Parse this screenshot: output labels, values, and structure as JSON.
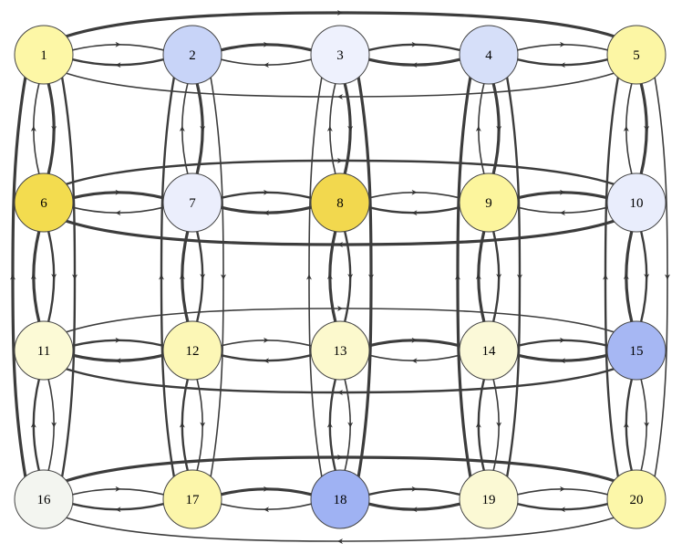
{
  "graph": {
    "edge_color": "#3c3c3c",
    "nodes": [
      {
        "id": 1,
        "label": "1",
        "fill": "#fdf7a6"
      },
      {
        "id": 2,
        "label": "2",
        "fill": "#c8d4f8"
      },
      {
        "id": 3,
        "label": "3",
        "fill": "#eef1fd"
      },
      {
        "id": 4,
        "label": "4",
        "fill": "#d6dff9"
      },
      {
        "id": 5,
        "label": "5",
        "fill": "#fcf6a4"
      },
      {
        "id": 6,
        "label": "6",
        "fill": "#f3dc4f"
      },
      {
        "id": 7,
        "label": "7",
        "fill": "#ebeefc"
      },
      {
        "id": 8,
        "label": "8",
        "fill": "#f2d84e"
      },
      {
        "id": 9,
        "label": "9",
        "fill": "#fcf59d"
      },
      {
        "id": 10,
        "label": "10",
        "fill": "#e9edfc"
      },
      {
        "id": 11,
        "label": "11",
        "fill": "#fcfad6"
      },
      {
        "id": 12,
        "label": "12",
        "fill": "#fcf7b6"
      },
      {
        "id": 13,
        "label": "13",
        "fill": "#fcf9cd"
      },
      {
        "id": 14,
        "label": "14",
        "fill": "#fbf9d8"
      },
      {
        "id": 15,
        "label": "15",
        "fill": "#a6b7f3"
      },
      {
        "id": 16,
        "label": "16",
        "fill": "#f3f5f0"
      },
      {
        "id": 17,
        "label": "17",
        "fill": "#fcf6aa"
      },
      {
        "id": 18,
        "label": "18",
        "fill": "#9fb2f3"
      },
      {
        "id": 19,
        "label": "19",
        "fill": "#fbf9d4"
      },
      {
        "id": 20,
        "label": "20",
        "fill": "#fcf7a9"
      }
    ]
  }
}
